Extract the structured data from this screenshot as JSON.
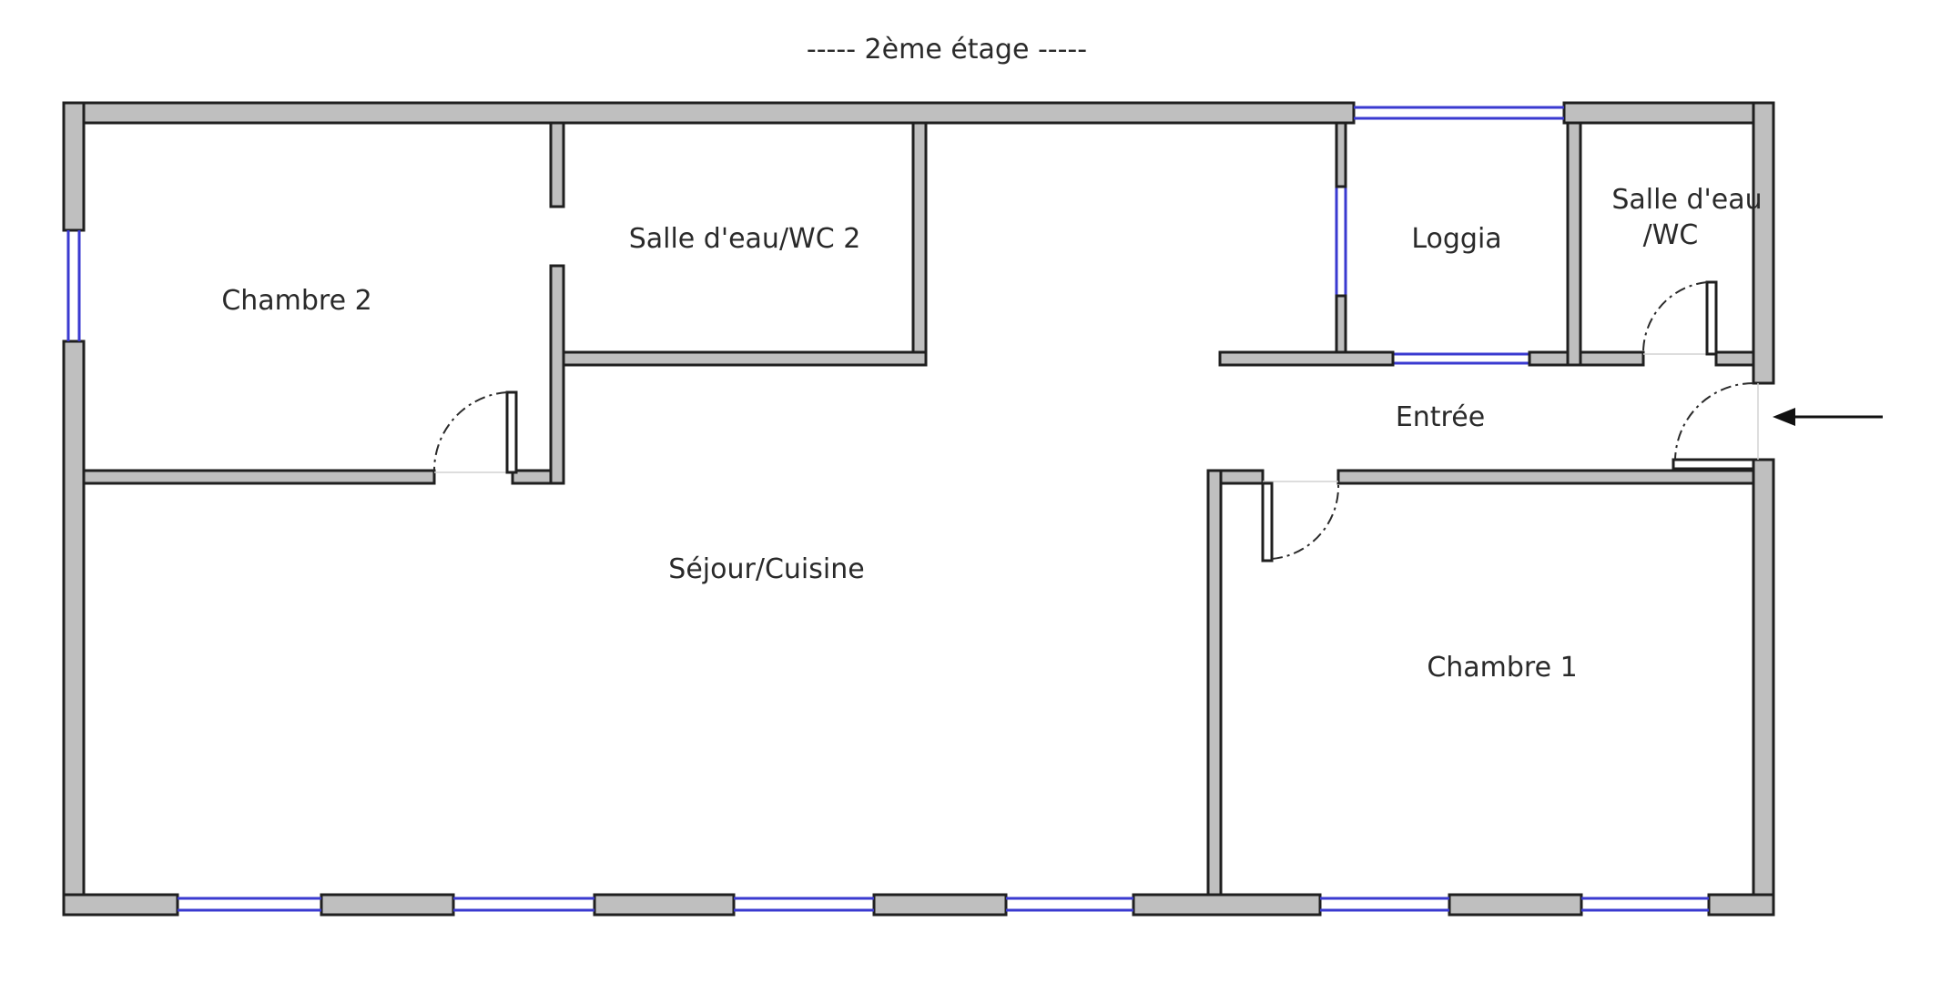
{
  "plan": {
    "floor_label": "----- 2ème étage -----",
    "rooms": {
      "chambre2": "Chambre 2",
      "sdeau2": "Salle d'eau/WC 2",
      "loggia": "Loggia",
      "sdeau_line1": "Salle d'eau",
      "sdeau_line2": "/WC",
      "entree": "Entrée",
      "sejour": "Séjour/Cuisine",
      "chambre1": "Chambre 1"
    },
    "colors": {
      "wall_fill": "#bfbfbf",
      "wall_stroke": "#1f1f1f",
      "window": "#3a3ad0"
    }
  }
}
